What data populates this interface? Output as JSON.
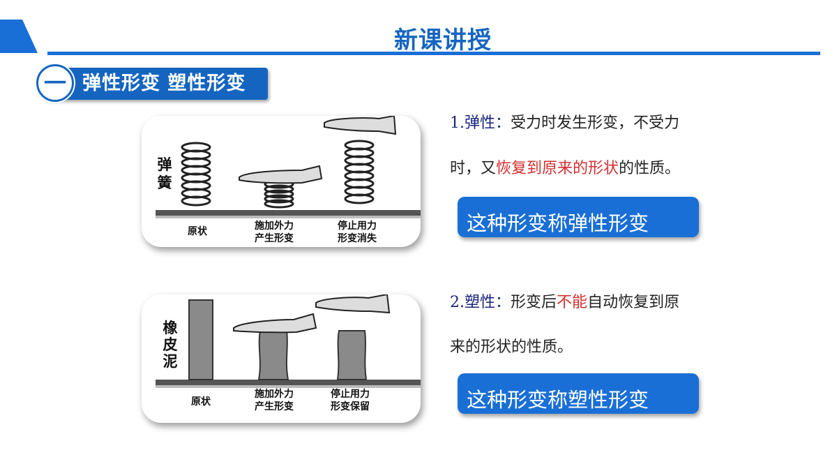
{
  "header": {
    "title": "新课讲授",
    "accent": "#1565c0"
  },
  "section": {
    "number": "一",
    "title": "弹性形变 塑性形变"
  },
  "spring_card": {
    "side_label_1": "弹",
    "side_label_2": "簧",
    "captions": [
      {
        "line1": "原状",
        "line2": ""
      },
      {
        "line1": "施加外力",
        "line2": "产生形变"
      },
      {
        "line1": "停止用力",
        "line2": "形变消失"
      }
    ]
  },
  "clay_card": {
    "side_label_1": "橡",
    "side_label_2": "皮",
    "side_label_3": "泥",
    "captions": [
      {
        "line1": "原状",
        "line2": ""
      },
      {
        "line1": "施加外力",
        "line2": "产生形变"
      },
      {
        "line1": "停止用力",
        "line2": "形变保留"
      }
    ]
  },
  "elastic": {
    "num": "1.",
    "term": "弹性",
    "colon": "：",
    "line1_text": "受力时发生形变，不受力",
    "line2_pre": "时，又",
    "line2_red": "恢复到原来的形状",
    "line2_post": "的性质。",
    "callout": "这种形变称弹性形变"
  },
  "plastic": {
    "num": "2.",
    "term": "塑性",
    "colon": "：",
    "line1_pre": "形变后",
    "line1_red": "不能",
    "line1_post": "自动恢复到原",
    "line2": "来的形状的性质。",
    "callout": "这种形变称塑性形变"
  }
}
